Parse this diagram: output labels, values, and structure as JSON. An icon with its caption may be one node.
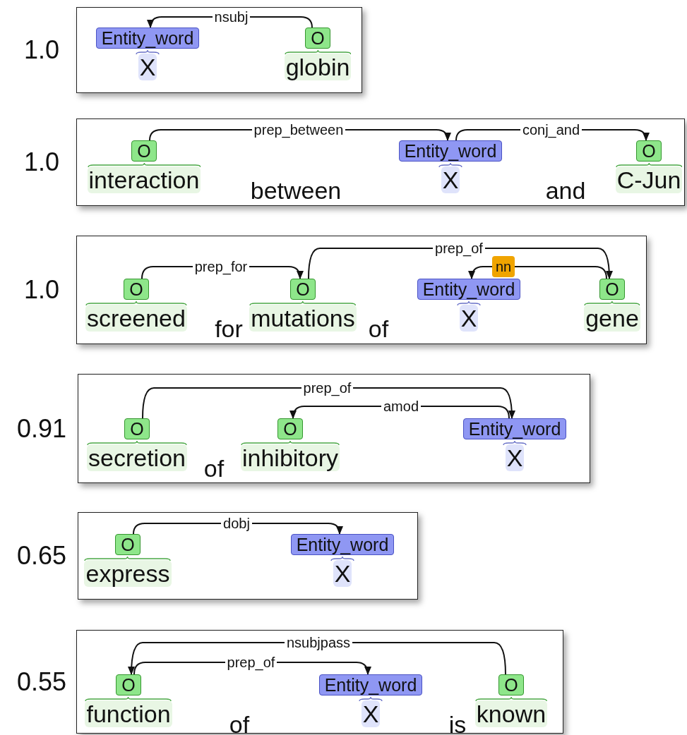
{
  "diagram": {
    "nodes": [
      {
        "text": [],
        "shape": "box",
        "beside": [
          "1.0"
        ]
      },
      {
        "text": [
          "Entity_word"
        ],
        "in": 0,
        "beside": [
          "X"
        ]
      },
      {
        "text": [
          "O"
        ],
        "in": 0,
        "beside": [
          "globin"
        ]
      },
      {
        "text": [],
        "shape": "box",
        "beside": [
          "1.0"
        ]
      },
      {
        "text": [
          "O"
        ],
        "in": 3,
        "beside": [
          "interaction"
        ]
      },
      {
        "text": [
          "Entity_word"
        ],
        "in": 3,
        "beside": [
          "X"
        ]
      },
      {
        "text": [
          "O"
        ],
        "in": 3,
        "beside": [
          "C-Jun"
        ]
      },
      {
        "text": [],
        "shape": "box",
        "beside": [
          "1.0"
        ]
      },
      {
        "text": [
          "O"
        ],
        "in": 7,
        "beside": [
          "screened"
        ]
      },
      {
        "text": [
          "O"
        ],
        "in": 7,
        "beside": [
          "mutations"
        ]
      },
      {
        "text": [
          "Entity_word"
        ],
        "in": 7,
        "beside": [
          "X"
        ]
      },
      {
        "text": [
          "O"
        ],
        "in": 7,
        "beside": [
          "gene"
        ]
      },
      {
        "text": [],
        "shape": "box",
        "beside": [
          "0.91"
        ]
      },
      {
        "text": [
          "O"
        ],
        "in": 12,
        "beside": [
          "secretion"
        ]
      },
      {
        "text": [
          "O"
        ],
        "in": 12,
        "beside": [
          "inhibitory"
        ]
      },
      {
        "text": [
          "Entity_word"
        ],
        "in": 12,
        "beside": [
          "X"
        ]
      },
      {
        "text": [],
        "shape": "box",
        "beside": [
          "0.65"
        ]
      },
      {
        "text": [
          "O"
        ],
        "in": 16,
        "beside": [
          "express"
        ]
      },
      {
        "text": [
          "Entity_word"
        ],
        "in": 16,
        "beside": [
          "X"
        ]
      },
      {
        "text": [],
        "shape": "box",
        "beside": [
          "0.55"
        ]
      },
      {
        "text": [
          "O"
        ],
        "in": 19,
        "beside": [
          "function"
        ]
      },
      {
        "text": [
          "Entity_word"
        ],
        "in": 19,
        "beside": [
          "X"
        ]
      },
      {
        "text": [
          "O"
        ],
        "in": 19,
        "beside": [
          "known"
        ]
      }
    ],
    "edges": [
      {
        "from": 2,
        "to": 1,
        "arrow": "to",
        "label": "nsubj"
      },
      {
        "from": 4,
        "to": 5,
        "arrow": "to",
        "label": "prep_between"
      },
      {
        "from": 5,
        "to": 6,
        "arrow": "to",
        "label": "conj_and"
      },
      {
        "from": 8,
        "to": 9,
        "arrow": "to",
        "label": "prep_for"
      },
      {
        "from": 9,
        "to": 11,
        "arrow": "to",
        "label": "prep_of"
      },
      {
        "from": 11,
        "to": 10,
        "arrow": "to",
        "label": "nn"
      },
      {
        "from": 13,
        "to": 15,
        "arrow": "to",
        "label": "prep_of"
      },
      {
        "from": 15,
        "to": 14,
        "arrow": "to",
        "label": "amod"
      },
      {
        "from": 17,
        "to": 18,
        "arrow": "to",
        "label": "dobj"
      },
      {
        "from": 22,
        "to": 20,
        "arrow": "to",
        "label": "nsubjpass"
      },
      {
        "from": 20,
        "to": 21,
        "arrow": "to",
        "label": "prep_of"
      }
    ],
    "labels": [
      "between",
      "and",
      "for",
      "of",
      "of",
      "of",
      "is"
    ]
  }
}
